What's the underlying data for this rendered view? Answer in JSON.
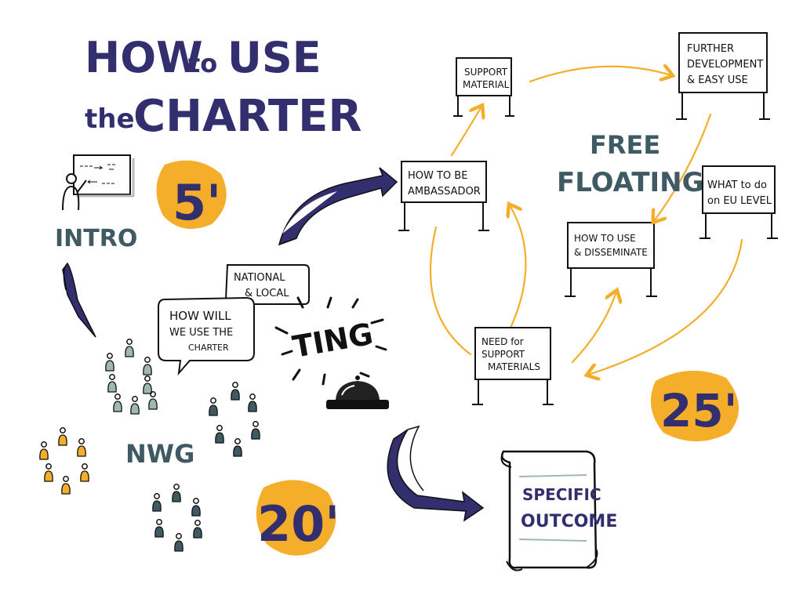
{
  "title": {
    "line1_a": "HOW",
    "line1_b": "to",
    "line1_c": "USE",
    "line2_a": "the",
    "line2_b": "CHARTER"
  },
  "phases": {
    "intro": {
      "label": "INTRO",
      "duration": "5'"
    },
    "nwg": {
      "label": "NWG",
      "duration": "20'"
    },
    "free_floating": {
      "label_line1": "FREE",
      "label_line2": "FLOATING",
      "duration": "25'"
    }
  },
  "bubbles": {
    "national_local": {
      "line1": "NATIONAL",
      "line2": "& LOCAL"
    },
    "how_will_we": {
      "line1": "HOW WILL",
      "line2": "WE USE THE",
      "line3": "CHARTER"
    }
  },
  "bell": {
    "sound": "TING"
  },
  "signs": {
    "support_material": {
      "line1": "SUPPORT",
      "line2": "MATERIAL"
    },
    "further_development": {
      "line1": "FURTHER",
      "line2": "DEVELOPMENT",
      "line3": "& EASY USE"
    },
    "how_to_be_ambassador": {
      "line1": "HOW TO BE",
      "line2": "AMBASSADOR"
    },
    "what_to_do_eu": {
      "line1": "WHAT to do",
      "line2": "on EU LEVEL"
    },
    "how_to_use_disseminate": {
      "line1": "HOW TO USE",
      "line2": "& DISSEMINATE"
    },
    "need_for_support": {
      "line1": "NEED for",
      "line2": "SUPPORT",
      "line3": "MATERIALS"
    }
  },
  "scroll": {
    "line1": "SPECIFIC",
    "line2": "OUTCOME"
  },
  "colors": {
    "navy": "#332f6e",
    "teal": "#3f5a63",
    "sage": "#9fb9b0",
    "yellow": "#f4ae2a",
    "ink": "#111111"
  }
}
